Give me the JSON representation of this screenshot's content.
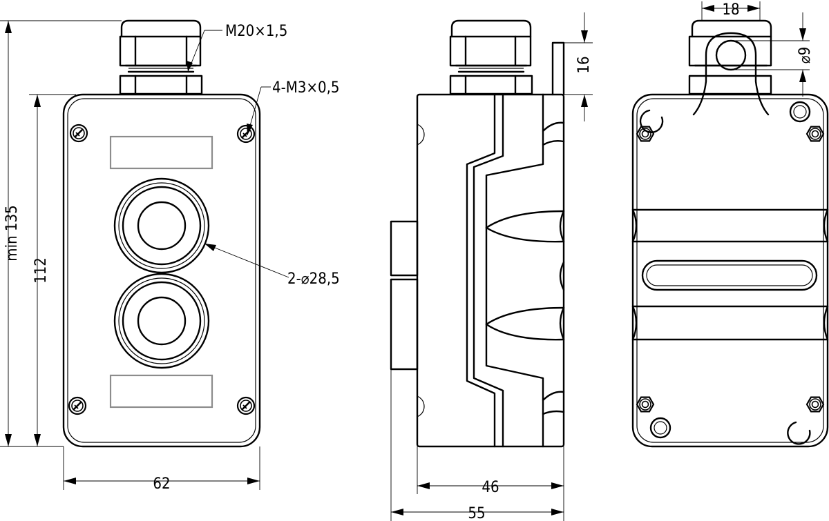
{
  "front_view": {
    "thread_label": "M20×1,5",
    "screw_label": "4-M3×0,5",
    "button_hole_label": "2-⌀28,5",
    "width_dim": "62",
    "height_dim": "112",
    "min_height_dim": "min 135"
  },
  "side_view": {
    "body_depth_dim": "46",
    "overall_depth_dim": "55",
    "lug_dim": "16"
  },
  "back_view": {
    "lug_width_dim": "18",
    "hole_dia_dim": "⌀9"
  }
}
